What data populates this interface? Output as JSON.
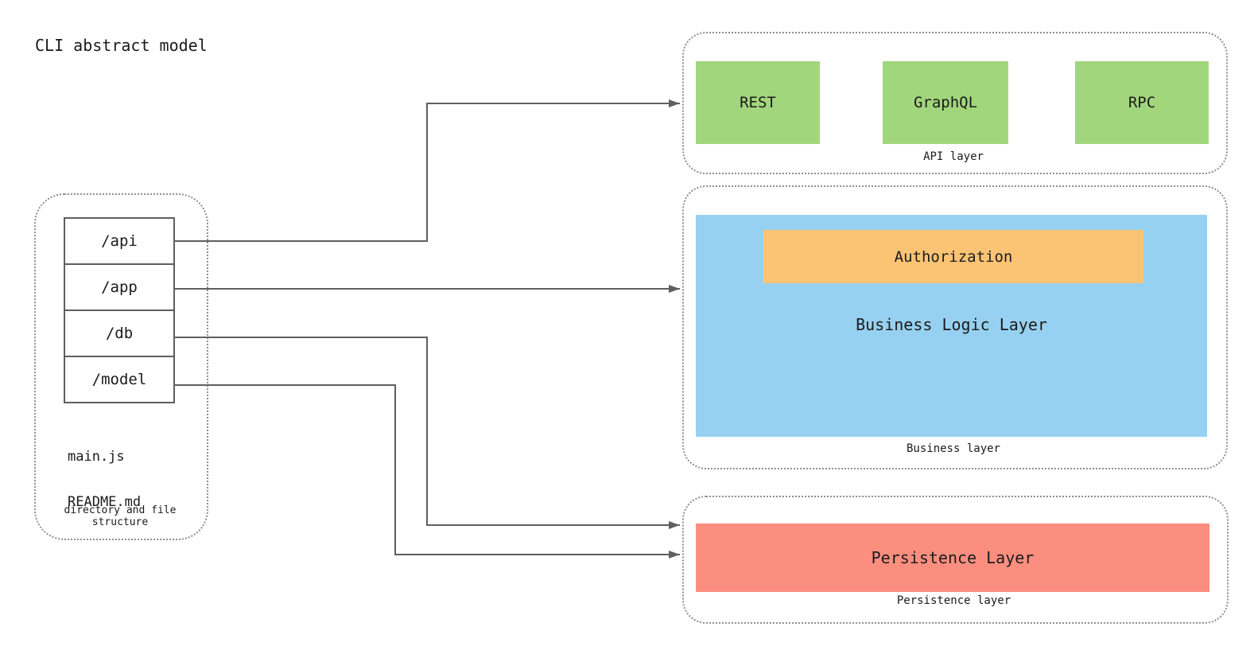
{
  "title": "CLI abstract model",
  "colors": {
    "node_green": "#a2d67d",
    "node_blue": "#97d1f1",
    "node_orange": "#fbc374",
    "node_red": "#fc8e80",
    "edge_gray": "#5f5f5f"
  },
  "directory_panel": {
    "caption": "directory and file structure",
    "folders": [
      "/api",
      "/app",
      "/db",
      "/model"
    ],
    "files": [
      "main.js",
      "README.md"
    ]
  },
  "api_layer": {
    "caption": "API layer",
    "nodes": [
      "REST",
      "GraphQL",
      "RPC"
    ]
  },
  "business_layer": {
    "caption": "Business layer",
    "node": "Business Logic Layer",
    "child_node": "Authorization"
  },
  "persistence_layer": {
    "caption": "Persistence layer",
    "node": "Persistence Layer"
  },
  "connections": [
    {
      "from": "/api",
      "to": "API layer"
    },
    {
      "from": "/app",
      "to": "Business layer"
    },
    {
      "from": "/db",
      "to": "Persistence layer"
    },
    {
      "from": "/model",
      "to": "Persistence layer"
    }
  ]
}
